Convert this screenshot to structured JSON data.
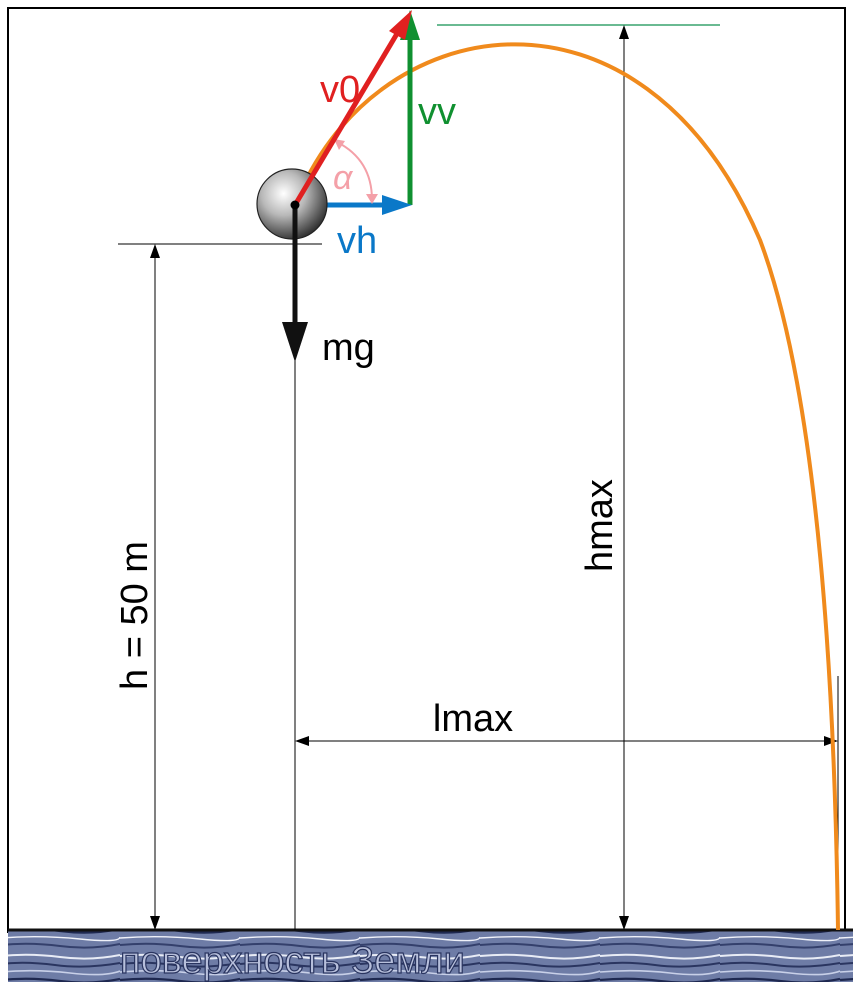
{
  "labels": {
    "v0": "v0",
    "vv": "vv",
    "vh": "vh",
    "alpha": "α",
    "mg": "mg",
    "height": "h = 50 m",
    "hmax": "hmax",
    "lmax": "lmax",
    "ground": "поверхность Земли"
  },
  "colors": {
    "trajectory": "#f08a1c",
    "v0": "#e02020",
    "vv": "#109030",
    "vh": "#0a78c8",
    "alpha": "#f4a0a8",
    "gravity": "#111111",
    "ground": "#3b4a78",
    "ground_text": "#b8c0dc",
    "top_line": "#109050"
  }
}
